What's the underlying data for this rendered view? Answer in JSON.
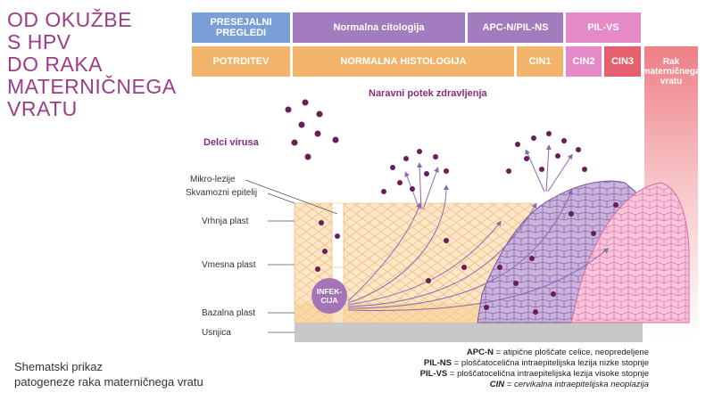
{
  "title_lines": [
    "OD OKUŽBE",
    "S HPV",
    "DO RAKA",
    "MATERNIČNEGA",
    "VRATU"
  ],
  "top_row": {
    "presejalni": "PRESEJALNI PREGLEDI",
    "normalna_citologija": "Normalna citologija",
    "apc": "APC-N/PIL-NS",
    "pil_vs": "PIL-VS"
  },
  "bottom_row": {
    "potrditev": "POTRDITEV",
    "normalna_histologija": "NORMALNA HISTOLOGIJA",
    "cin1": "CIN1",
    "cin2": "CIN2",
    "cin3": "CIN3"
  },
  "rak": "Rak materničnega vratu",
  "naravni_potek": "Naravni potek zdravljenja",
  "delci_virusa": "Delci virusa",
  "layer_labels": {
    "mikro": "Mikro-lezije",
    "skvamozni": "Skvamozni epitelij",
    "vrhnja": "Vrhnja plast",
    "vmesna": "Vmesna plast",
    "bazalna": "Bazalna plast",
    "usnjica": "Usnjica"
  },
  "infekcija": "INFEK-CIJA",
  "caption_lines": [
    "Shematski prikaz",
    "patogeneze raka materničnega vratu"
  ],
  "legend": [
    {
      "abbr": "APC-N",
      "text": " = atipične ploščate celice, neopredeljene"
    },
    {
      "abbr": "PIL-NS",
      "text": " = ploščatocelična intraepitelijska lezija nizke stopnje"
    },
    {
      "abbr": "PIL-VS",
      "text": " = ploščatocelična intraepitelijska lezija visoke stopnje"
    },
    {
      "abbr": "CIN",
      "text": " = cervikalna intraepitelijska neoplazija"
    }
  ],
  "colors": {
    "title": "#9b3d8a",
    "blue": "#7a9fd6",
    "purple": "#a37bbf",
    "pink": "#e58ac7",
    "orange": "#f2b36a",
    "red": "#e4606e",
    "rak_red": "#ee7f86"
  }
}
